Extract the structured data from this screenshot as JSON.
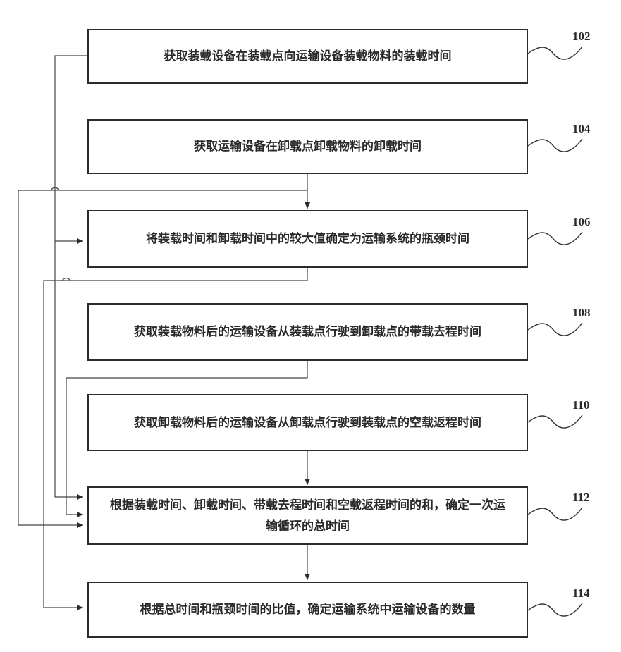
{
  "steps": [
    {
      "id": "102",
      "text": "获取装载设备在装载点向运输设备装载物料的装载时间"
    },
    {
      "id": "104",
      "text": "获取运输设备在卸载点卸载物料的卸载时间"
    },
    {
      "id": "106",
      "text": "将装载时间和卸载时间中的较大值确定为运输系统的瓶颈时间"
    },
    {
      "id": "108",
      "text": "获取装载物料后的运输设备从装载点行驶到卸载点的带载去程时间"
    },
    {
      "id": "110",
      "text": "获取卸载物料后的运输设备从卸载点行驶到装载点的空载返程时间"
    },
    {
      "id": "112",
      "text": "根据装载时间、卸载时间、带载去程时间和空载返程时间的和，确定一次运输循环的总时间"
    },
    {
      "id": "114",
      "text": "根据总时间和瓶颈时间的比值，确定运输系统中运输设备的数量"
    }
  ]
}
